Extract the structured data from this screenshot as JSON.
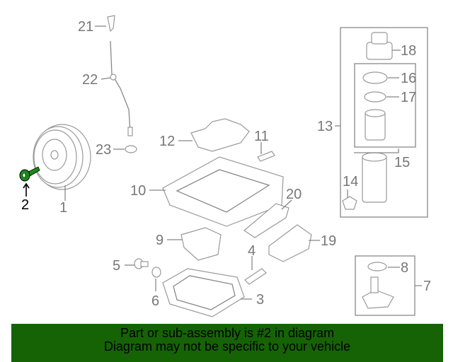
{
  "diagram": {
    "callouts": [
      "1",
      "2",
      "3",
      "4",
      "5",
      "6",
      "7",
      "8",
      "9",
      "10",
      "11",
      "12",
      "13",
      "14",
      "15",
      "16",
      "17",
      "18",
      "19",
      "20",
      "21",
      "22",
      "23"
    ],
    "highlighted_part": "2",
    "highlight_color": "#1a8a1a"
  },
  "banner": {
    "line1": "Part or sub-assembly is #2 in diagram",
    "line2": "Diagram may not be specific to your vehicle",
    "color": "#166306"
  }
}
